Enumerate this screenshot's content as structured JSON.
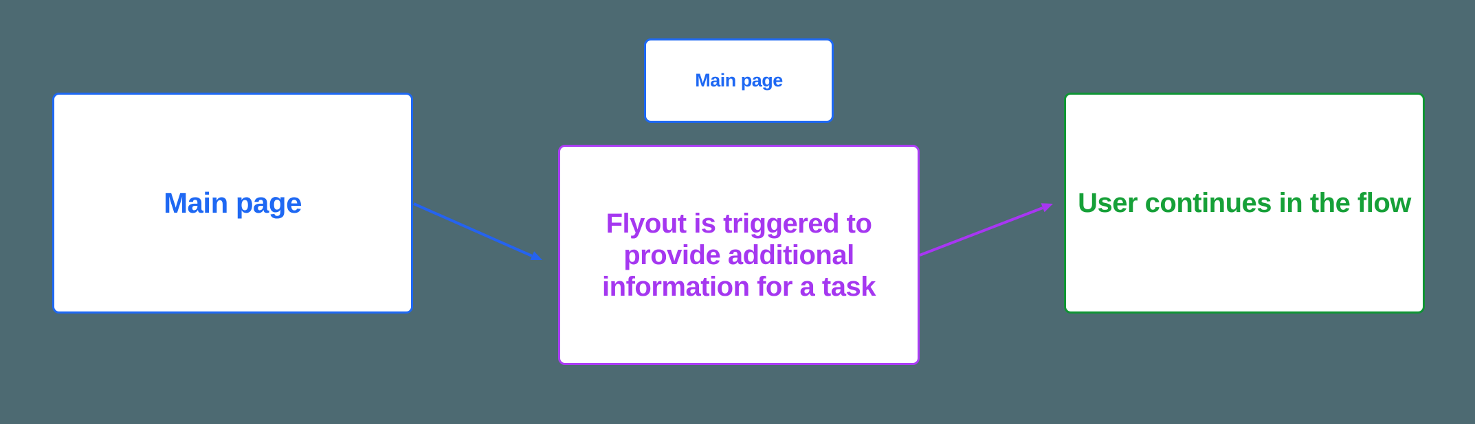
{
  "canvas": {
    "background": "#4d6a72"
  },
  "nodes": {
    "main_page": {
      "label": "Main page",
      "text_color": "#1e68f3",
      "border_color": "#1e68f3"
    },
    "main_page_mini": {
      "label": "Main page",
      "text_color": "#1e68f3",
      "border_color": "#1e68f3"
    },
    "flyout": {
      "label": "Flyout is triggered to provide additional information for a task",
      "text_color": "#a537f0",
      "border_color": "#ab3df5"
    },
    "continue_flow": {
      "label": "User continues in the flow",
      "text_color": "#16a038",
      "border_color": "#0f9434"
    }
  },
  "arrows": [
    {
      "id": "main-to-flyout",
      "from": "main_page",
      "to": "flyout",
      "color": "#2563f0"
    },
    {
      "id": "flyout-to-continue",
      "from": "flyout",
      "to": "continue_flow",
      "color": "#a836f3"
    }
  ]
}
